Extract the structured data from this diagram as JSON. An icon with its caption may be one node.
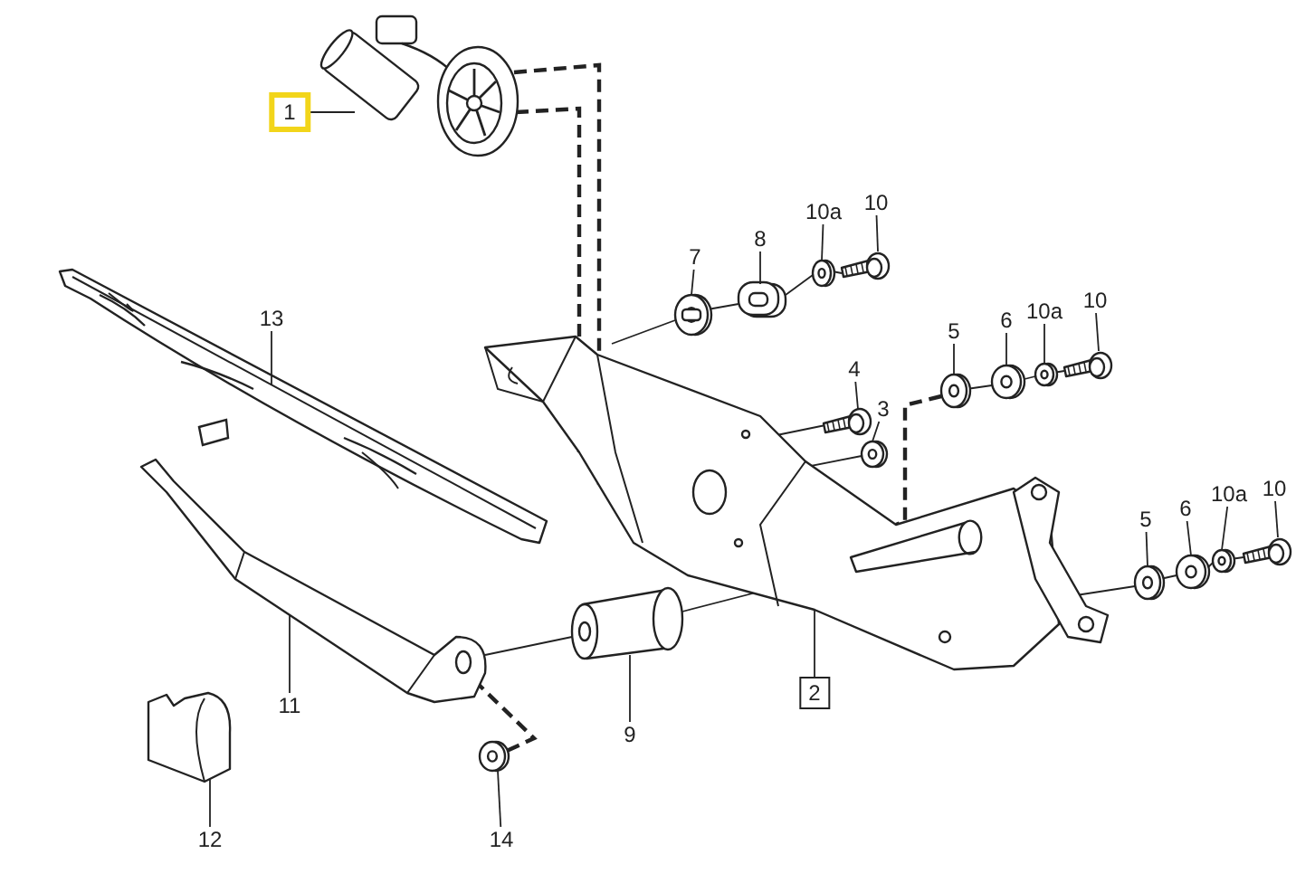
{
  "diagram": {
    "nodes": [
      {
        "text": [
          "1"
        ]
      },
      {
        "text": [],
        "shape": "picture"
      },
      {
        "text": [
          "7"
        ]
      },
      {
        "text": [],
        "shape": "picture"
      },
      {
        "text": [
          "8"
        ]
      },
      {
        "text": [],
        "shape": "picture"
      },
      {
        "text": [
          "10a"
        ]
      },
      {
        "text": [],
        "shape": "picture"
      },
      {
        "text": [
          "10"
        ]
      },
      {
        "text": [],
        "shape": "picture"
      },
      {
        "text": [
          "13"
        ]
      },
      {
        "text": [],
        "shape": "picture"
      },
      {
        "text": [
          "5"
        ]
      },
      {
        "text": [],
        "shape": "picture"
      },
      {
        "text": [
          "6"
        ]
      },
      {
        "text": [],
        "shape": "picture"
      },
      {
        "text": [
          "10a"
        ]
      },
      {
        "text": [],
        "shape": "picture"
      },
      {
        "text": [
          "10"
        ]
      },
      {
        "text": [],
        "shape": "picture"
      },
      {
        "text": [
          "4"
        ]
      },
      {
        "text": [],
        "shape": "picture"
      },
      {
        "text": [
          "3"
        ]
      },
      {
        "text": [],
        "shape": "picture"
      },
      {
        "text": [
          "5"
        ]
      },
      {
        "text": [],
        "shape": "picture"
      },
      {
        "text": [
          "6"
        ]
      },
      {
        "text": [],
        "shape": "picture"
      },
      {
        "text": [
          "10a"
        ]
      },
      {
        "text": [],
        "shape": "picture"
      },
      {
        "text": [
          "10"
        ]
      },
      {
        "text": [],
        "shape": "picture"
      },
      {
        "text": [],
        "shape": "picture"
      },
      {
        "text": [
          "2"
        ]
      },
      {
        "text": [
          "11"
        ]
      },
      {
        "text": [],
        "shape": "picture"
      },
      {
        "text": [
          "9"
        ]
      },
      {
        "text": [],
        "shape": "picture"
      },
      {
        "text": [
          "12"
        ]
      },
      {
        "text": [],
        "shape": "picture"
      },
      {
        "text": [
          "14"
        ]
      },
      {
        "text": [],
        "shape": "picture"
      }
    ],
    "edges": [
      {
        "from": 0,
        "to": 1,
        "arrow": "none"
      },
      {
        "from": 2,
        "to": 3,
        "arrow": "none"
      },
      {
        "from": 4,
        "to": 5,
        "arrow": "none"
      },
      {
        "from": 6,
        "to": 7,
        "arrow": "none"
      },
      {
        "from": 8,
        "to": 9,
        "arrow": "none"
      },
      {
        "from": 10,
        "to": 11,
        "arrow": "none"
      },
      {
        "from": 12,
        "to": 13,
        "arrow": "none"
      },
      {
        "from": 14,
        "to": 15,
        "arrow": "none"
      },
      {
        "from": 16,
        "to": 17,
        "arrow": "none"
      },
      {
        "from": 18,
        "to": 19,
        "arrow": "none"
      },
      {
        "from": 20,
        "to": 21,
        "arrow": "none"
      },
      {
        "from": 22,
        "to": 23,
        "arrow": "none"
      },
      {
        "from": 24,
        "to": 25,
        "arrow": "none"
      },
      {
        "from": 26,
        "to": 27,
        "arrow": "none"
      },
      {
        "from": 28,
        "to": 29,
        "arrow": "none"
      },
      {
        "from": 30,
        "to": 31,
        "arrow": "none"
      },
      {
        "from": 33,
        "to": 32,
        "arrow": "none"
      },
      {
        "from": 34,
        "to": 35,
        "arrow": "none"
      },
      {
        "from": 36,
        "to": 37,
        "arrow": "none"
      },
      {
        "from": 38,
        "to": 39,
        "arrow": "none"
      },
      {
        "from": 40,
        "to": 41,
        "arrow": "none"
      },
      {
        "from": 1,
        "to": 32,
        "arrow": "none",
        "style": "dashed"
      },
      {
        "from": 1,
        "to": 32,
        "arrow": "none",
        "style": "dashed"
      },
      {
        "from": 13,
        "to": 32,
        "arrow": "none",
        "style": "dashed"
      },
      {
        "from": 35,
        "to": 41,
        "arrow": "none",
        "style": "dashed"
      },
      {
        "from": 9,
        "to": 7,
        "arrow": "none"
      },
      {
        "from": 7,
        "to": 5,
        "arrow": "none"
      },
      {
        "from": 5,
        "to": 3,
        "arrow": "none"
      },
      {
        "from": 3,
        "to": 32,
        "arrow": "none"
      },
      {
        "from": 19,
        "to": 17,
        "arrow": "none"
      },
      {
        "from": 17,
        "to": 15,
        "arrow": "none"
      },
      {
        "from": 15,
        "to": 13,
        "arrow": "none"
      },
      {
        "from": 31,
        "to": 29,
        "arrow": "none"
      },
      {
        "from": 29,
        "to": 27,
        "arrow": "none"
      },
      {
        "from": 27,
        "to": 25,
        "arrow": "none"
      },
      {
        "from": 25,
        "to": 32,
        "arrow": "none"
      },
      {
        "from": 21,
        "to": 32,
        "arrow": "none"
      },
      {
        "from": 23,
        "to": 32,
        "arrow": "none"
      },
      {
        "from": 37,
        "to": 35,
        "arrow": "none"
      },
      {
        "from": 37,
        "to": 32,
        "arrow": "none"
      }
    ]
  }
}
